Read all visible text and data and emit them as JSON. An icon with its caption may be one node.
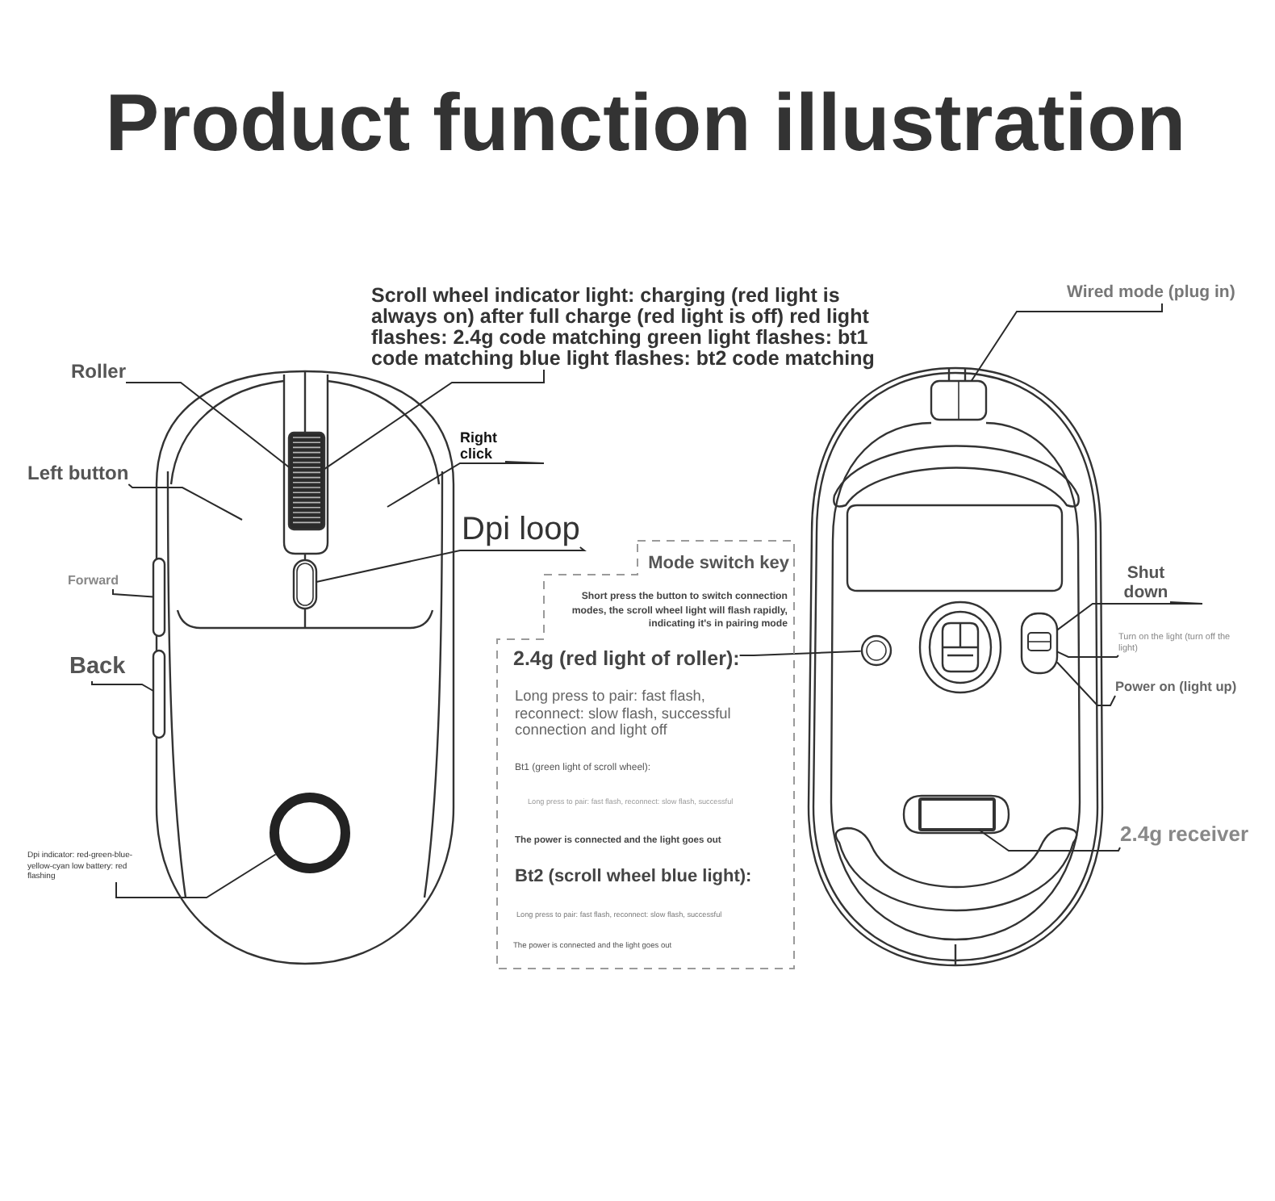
{
  "diagram": {
    "title": "Product function illustration",
    "nodes": [
      {
        "text": [
          "Scroll wheel indicator light: charging (red light is always on) after full charge (red light is off) red light flashes: 2.4g code matching green light flashes: bt1 code matching blue light flashes: bt2 code matching"
        ]
      },
      {
        "text": [
          "Roller"
        ]
      },
      {
        "text": [
          "Left button"
        ]
      },
      {
        "text": [
          "Right click"
        ]
      },
      {
        "text": [
          "Dpi loop"
        ]
      },
      {
        "text": [
          "Forward"
        ]
      },
      {
        "text": [
          "Back"
        ]
      },
      {
        "text": [
          "Dpi indicator: red-green-blue-yellow-cyan low battery: red flashing"
        ]
      },
      {
        "text": [
          "Mode switch key",
          "Short press the button to switch connection modes, the scroll wheel light will flash rapidly, indicating it's in pairing mode",
          "Long press to pair: fast flash, reconnect: slow flash, successful connection and light off",
          "Bt1 (green light of scroll wheel):",
          "Long press to pair: fast flash, reconnect: slow flash, successful",
          "The power is connected and the light goes out",
          "Bt2 (scroll wheel blue light):",
          "Long press to pair: fast flash, reconnect: slow flash, successful",
          "The power is connected and the light goes out"
        ]
      },
      {
        "text": [
          "2.4g (red light of roller):"
        ],
        "in": 8
      },
      {
        "text": [
          "Wired mode (plug in)"
        ]
      },
      {
        "text": [
          "Shut down"
        ]
      },
      {
        "text": [
          "Turn on the light (turn off the light)"
        ]
      },
      {
        "text": [
          "Power on (light up)"
        ]
      },
      {
        "text": [
          "2.4g receiver"
        ]
      },
      {
        "text": [],
        "shape": "box"
      },
      {
        "text": [],
        "shape": "box"
      },
      {
        "text": [],
        "shape": "bar"
      },
      {
        "text": [],
        "shape": "bar"
      },
      {
        "text": [],
        "shape": "circle"
      },
      {
        "text": [],
        "shape": "circle"
      },
      {
        "text": [],
        "shape": "box"
      },
      {
        "text": [],
        "shape": "box"
      },
      {
        "text": [],
        "shape": "box"
      }
    ],
    "edges": [
      {
        "from": 0,
        "to": 15,
        "arrow": "none"
      },
      {
        "from": 1,
        "to": 15,
        "arrow": "none"
      },
      {
        "from": 2,
        "to": null,
        "arrow": "none"
      },
      {
        "from": 3,
        "to": null,
        "arrow": "none"
      },
      {
        "from": 4,
        "to": 16,
        "arrow": "none"
      },
      {
        "from": 5,
        "to": 17,
        "arrow": "none"
      },
      {
        "from": 6,
        "to": 18,
        "arrow": "none"
      },
      {
        "from": 7,
        "to": 19,
        "arrow": "none"
      },
      {
        "from": 9,
        "to": 20,
        "arrow": "none"
      },
      {
        "from": 10,
        "to": 21,
        "arrow": "none"
      },
      {
        "from": 11,
        "to": 22,
        "arrow": "none"
      },
      {
        "from": 12,
        "to": 22,
        "arrow": "none"
      },
      {
        "from": 13,
        "to": 22,
        "arrow": "none"
      },
      {
        "from": 14,
        "to": 23,
        "arrow": "none"
      }
    ]
  }
}
